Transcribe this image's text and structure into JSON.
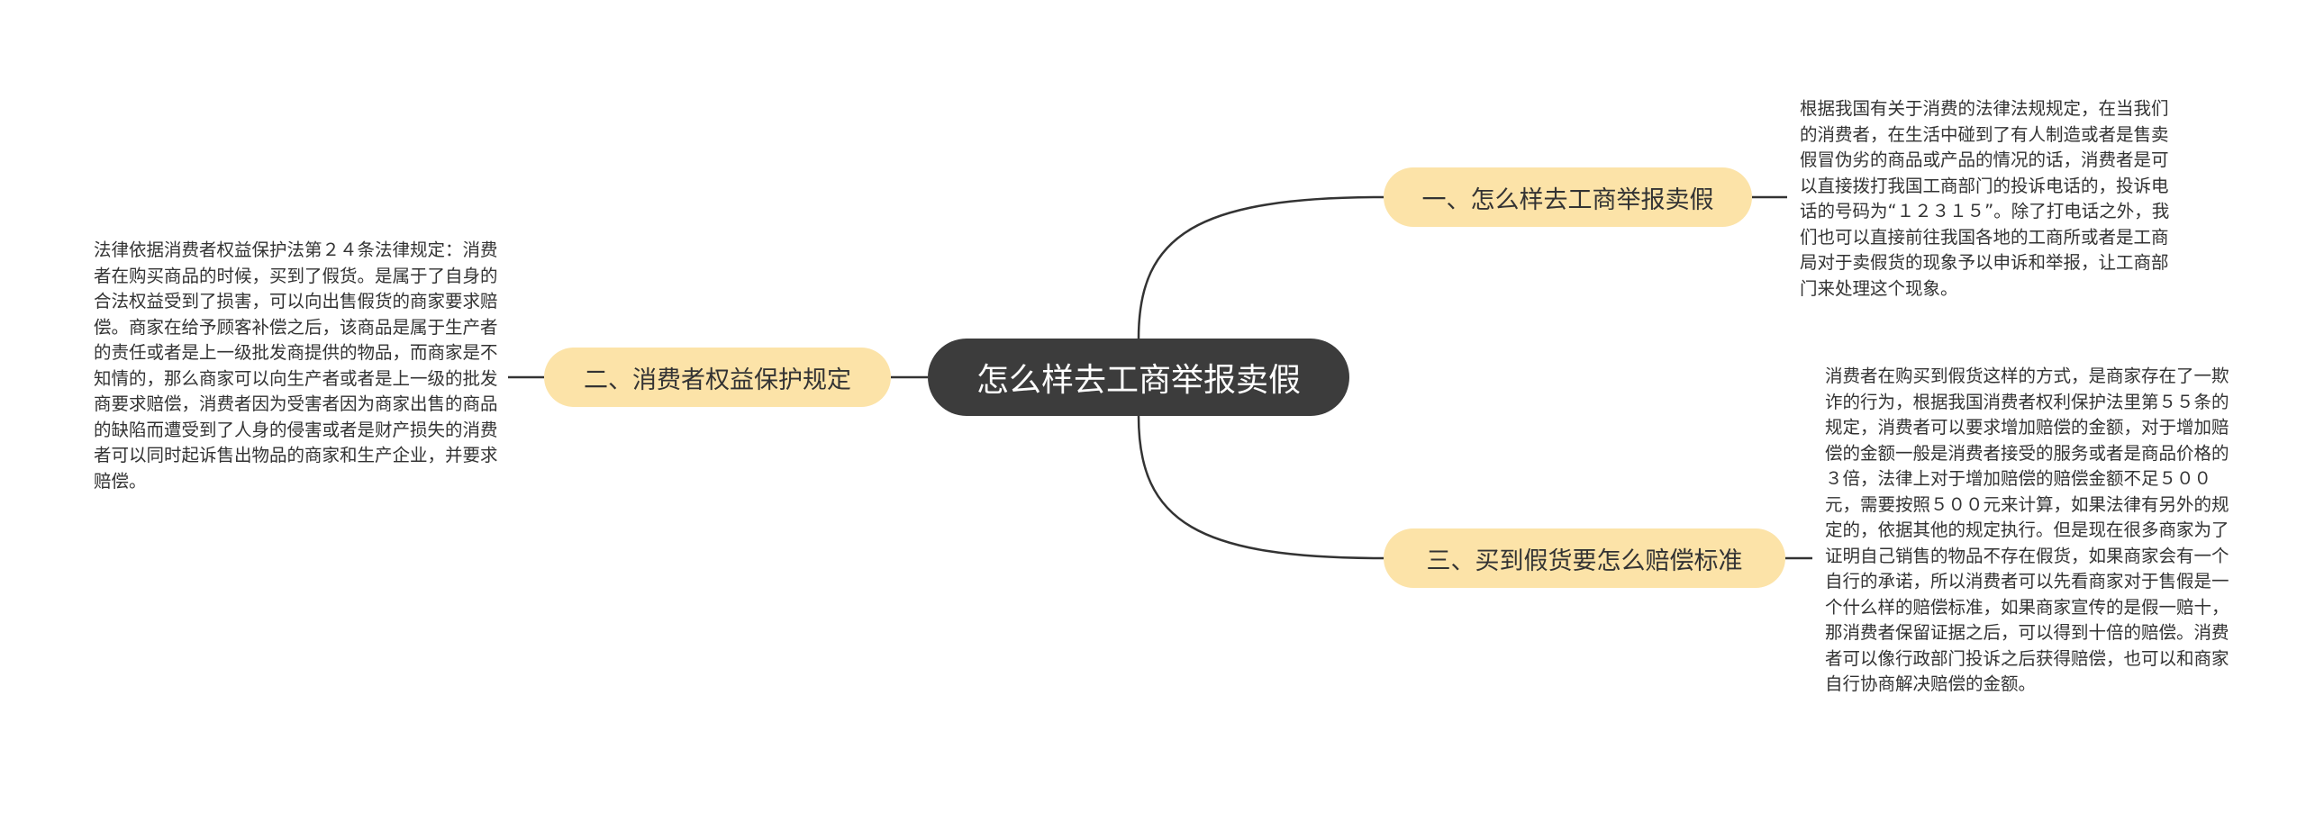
{
  "mindmap": {
    "root": {
      "label": "怎么样去工商举报卖假"
    },
    "branches": [
      {
        "label": "一、怎么样去工商举报卖假",
        "detail": "根据我国有关于消费的法律法规规定，在当我们的消费者，在生活中碰到了有人制造或者是售卖假冒伪劣的商品或产品的情况的话，消费者是可以直接拨打我国工商部门的投诉电话的，投诉电话的号码为“１２３１５”。除了打电话之外，我们也可以直接前往我国各地的工商所或者是工商局对于卖假货的现象予以申诉和举报，让工商部门来处理这个现象。"
      },
      {
        "label": "二、消费者权益保护规定",
        "detail": "法律依据消费者权益保护法第２４条法律规定：消费者在购买商品的时候，买到了假货。是属于了自身的合法权益受到了损害，可以向出售假货的商家要求赔偿。商家在给予顾客补偿之后，该商品是属于生产者的责任或者是上一级批发商提供的物品，而商家是不知情的，那么商家可以向生产者或者是上一级的批发商要求赔偿，消费者因为受害者因为商家出售的商品的缺陷而遭受到了人身的侵害或者是财产损失的消费者可以同时起诉售出物品的商家和生产企业，并要求赔偿。"
      },
      {
        "label": "三、买到假货要怎么赔偿标准",
        "detail": "消费者在购买到假货这样的方式，是商家存在了一欺诈的行为，根据我国消费者权利保护法里第５５条的规定，消费者可以要求增加赔偿的金额，对于增加赔偿的金额一般是消费者接受的服务或者是商品价格的３倍，法律上对于增加赔偿的赔偿金额不足５００元，需要按照５００元来计算，如果法律有另外的规定的，依据其他的规定执行。但是现在很多商家为了证明自己销售的物品不存在假货，如果商家会有一个自行的承诺，所以消费者可以先看商家对于售假是一个什么样的赔偿标准，如果商家宣传的是假一赔十，那消费者保留证据之后，可以得到十倍的赔偿。消费者可以像行政部门投诉之后获得赔偿，也可以和商家自行协商解决赔偿的金额。"
      }
    ],
    "colors": {
      "root_fill": "#3c3c3c",
      "root_text": "#ffffff",
      "branch_fill": "#fce3a8",
      "text": "#333333",
      "line": "#333333"
    }
  }
}
